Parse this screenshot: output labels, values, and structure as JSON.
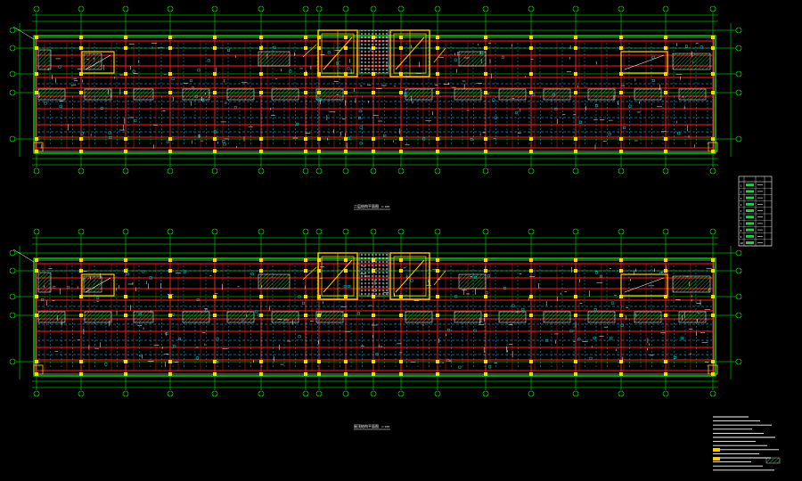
{
  "colors": {
    "background": "#000000",
    "grid_axis": "#00ff00",
    "beam_red": "#ff2020",
    "beam_blue": "#30c0ff",
    "column_yellow": "#ffd800",
    "wall_white": "#ffffff",
    "hatch_green": "#20d040",
    "stair_yellow": "#ffcc00",
    "cyan_dim": "#00d0d0",
    "magenta": "#ff40ff"
  },
  "plans": [
    {
      "id": "upper",
      "title": "二层结构平面图",
      "scale": "1:100"
    },
    {
      "id": "lower",
      "title": "屋顶结构平面图",
      "scale": "1:100"
    }
  ],
  "legend_table": {
    "rows": [
      "1",
      "2",
      "3",
      "4",
      "5",
      "6",
      "7",
      "8",
      "9",
      "10"
    ]
  }
}
